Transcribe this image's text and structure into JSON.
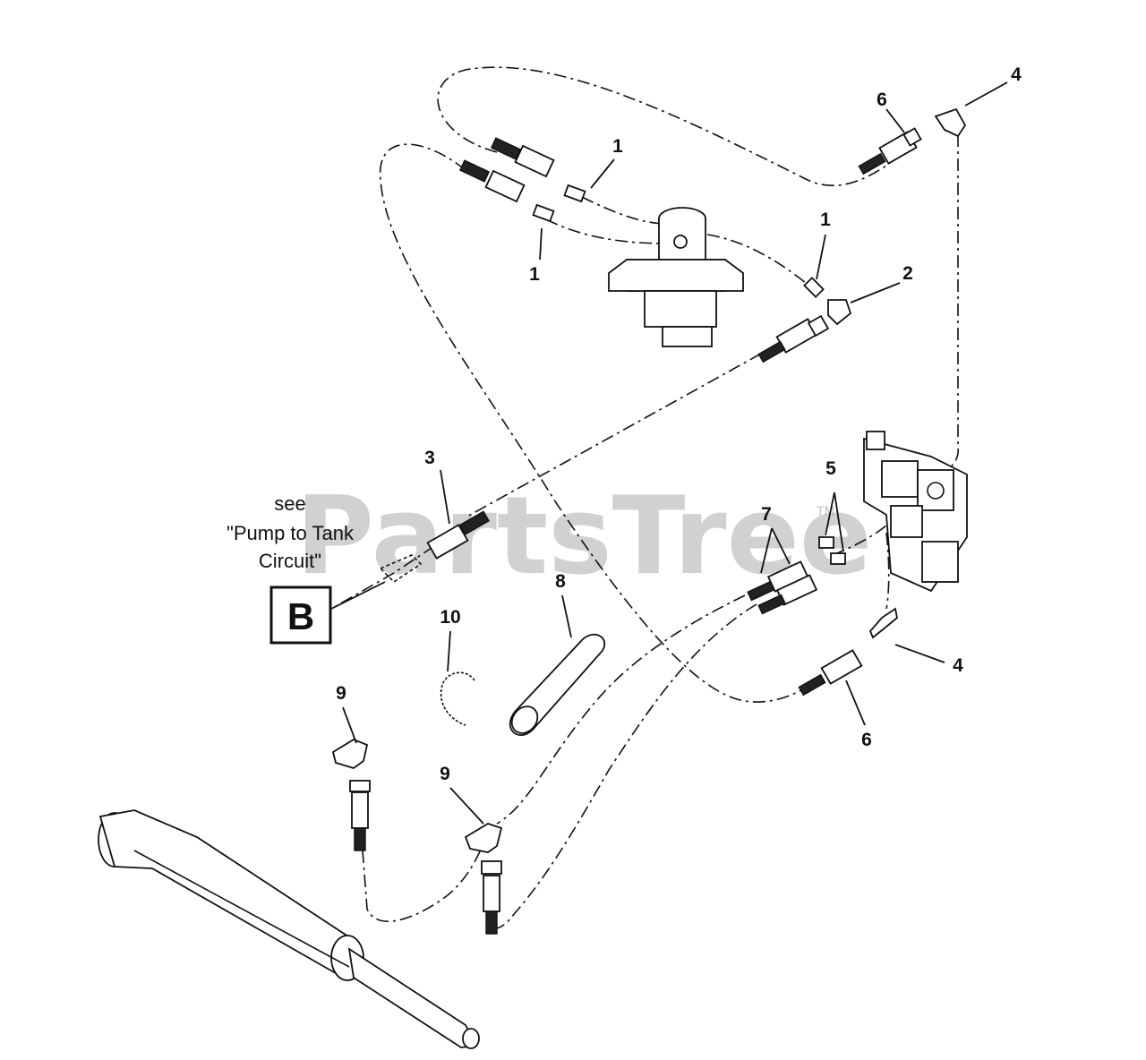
{
  "watermark": {
    "text": "PartsTree",
    "mark": "TM"
  },
  "note": {
    "line1": "see",
    "line2": "\"Pump to Tank",
    "line3": "Circuit\"",
    "box_letter": "B"
  },
  "callouts": [
    {
      "id": "c1a",
      "label": "1"
    },
    {
      "id": "c1b",
      "label": "1"
    },
    {
      "id": "c1c",
      "label": "1"
    },
    {
      "id": "c2",
      "label": "2"
    },
    {
      "id": "c3",
      "label": "3"
    },
    {
      "id": "c4a",
      "label": "4"
    },
    {
      "id": "c4b",
      "label": "4"
    },
    {
      "id": "c5",
      "label": "5"
    },
    {
      "id": "c6a",
      "label": "6"
    },
    {
      "id": "c6b",
      "label": "6"
    },
    {
      "id": "c7",
      "label": "7"
    },
    {
      "id": "c8",
      "label": "8"
    },
    {
      "id": "c9a",
      "label": "9"
    },
    {
      "id": "c9b",
      "label": "9"
    },
    {
      "id": "c10",
      "label": "10"
    }
  ]
}
